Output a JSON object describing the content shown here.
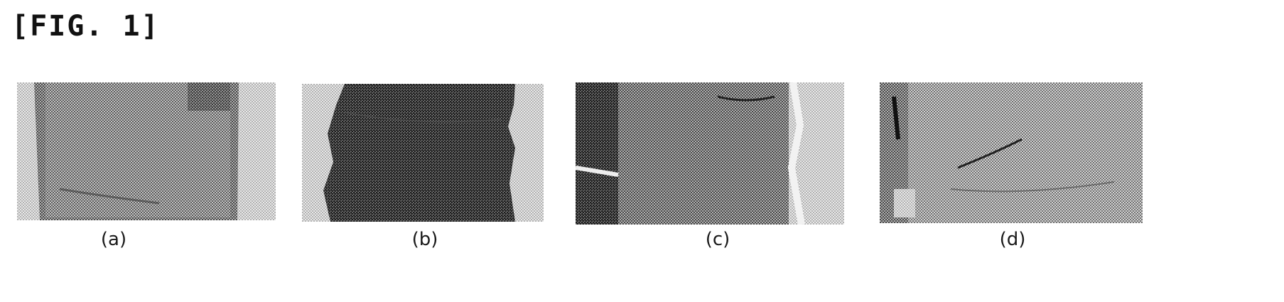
{
  "figure": {
    "title": "[FIG. 1]",
    "panels": [
      {
        "label": "(a)",
        "description_icon": "halftone-photo"
      },
      {
        "label": "(b)",
        "description_icon": "halftone-photo"
      },
      {
        "label": "(c)",
        "description_icon": "halftone-photo"
      },
      {
        "label": "(d)",
        "description_icon": "halftone-photo"
      }
    ]
  },
  "colors": {
    "ink": "#111111",
    "halftone_dark": "#2a2a2a",
    "halftone_light": "#cfcfcf"
  }
}
